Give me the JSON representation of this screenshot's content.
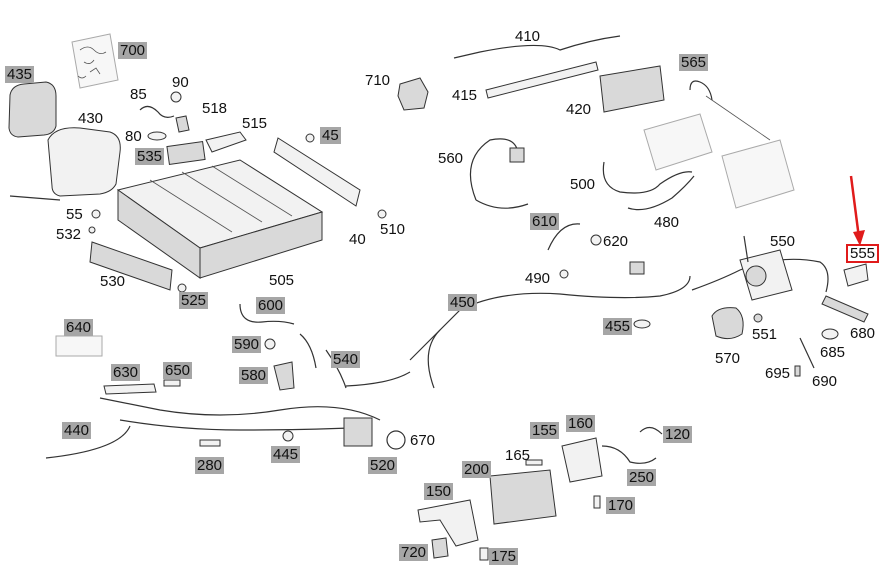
{
  "labels": {
    "l435": "435",
    "l700": "700",
    "l430": "430",
    "l85": "85",
    "l90": "90",
    "l518": "518",
    "l515": "515",
    "l80": "80",
    "l535": "535",
    "l45": "45",
    "l55": "55",
    "l532": "532",
    "l530": "530",
    "l525": "525",
    "l505": "505",
    "l40": "40",
    "l510": "510",
    "l710": "710",
    "l410": "410",
    "l415": "415",
    "l420": "420",
    "l565": "565",
    "l560": "560",
    "l500": "500",
    "l480": "480",
    "l610": "610",
    "l620": "620",
    "l490": "490",
    "l550": "550",
    "l555": "555",
    "l680": "680",
    "l551": "551",
    "l685": "685",
    "l570": "570",
    "l695": "695",
    "l690": "690",
    "l450": "450",
    "l455": "455",
    "l600": "600",
    "l640": "640",
    "l590": "590",
    "l540": "540",
    "l630": "630",
    "l650": "650",
    "l580": "580",
    "l440": "440",
    "l280": "280",
    "l445": "445",
    "l520": "520",
    "l670": "670",
    "l155": "155",
    "l160": "160",
    "l120": "120",
    "l165": "165",
    "l200": "200",
    "l250": "250",
    "l150": "150",
    "l170": "170",
    "l720": "720",
    "l175": "175"
  },
  "highlight": {
    "part": "555",
    "color": "#e01b1b"
  }
}
